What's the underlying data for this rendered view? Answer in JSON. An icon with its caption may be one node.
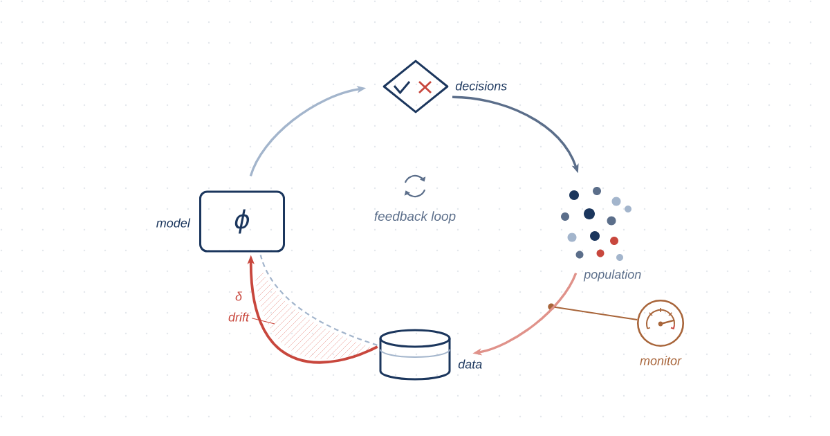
{
  "diagram": {
    "nodes": [
      {
        "text": [
          "ϕ"
        ],
        "beside": [
          "model"
        ]
      },
      {
        "text": [],
        "shape": "diamond",
        "beside": [
          "decisions"
        ]
      },
      {
        "text": [],
        "shape": "picture",
        "beside": [
          "population"
        ]
      },
      {
        "text": [],
        "shape": "cylinder",
        "beside": [
          "data"
        ]
      },
      {
        "text": [],
        "shape": "circle",
        "beside": [
          "monitor"
        ]
      },
      {
        "text": [
          "δ",
          "drift"
        ]
      },
      {
        "text": [],
        "shape": "circle"
      }
    ],
    "edges": [
      {
        "from": 0,
        "to": 1,
        "arrow": "to",
        "color": "#a3b5cc"
      },
      {
        "from": 1,
        "to": 2,
        "arrow": "to",
        "color": "#5b6e8a"
      },
      {
        "from": 2,
        "to": 3,
        "arrow": "to",
        "color": "#e0928a"
      },
      {
        "from": 3,
        "to": 0,
        "arrow": "to",
        "color": "#c8473d"
      },
      {
        "from": 3,
        "to": 0,
        "arrow": "none",
        "style": "dashed",
        "color": "#a3b5cc"
      },
      {
        "from": 4,
        "to": 6,
        "arrow": "none",
        "color": "#a8653a"
      },
      {
        "from": 5,
        "to": null,
        "arrow": "none",
        "color": "#c8473d"
      }
    ],
    "labels": [
      "feedback loop"
    ]
  }
}
